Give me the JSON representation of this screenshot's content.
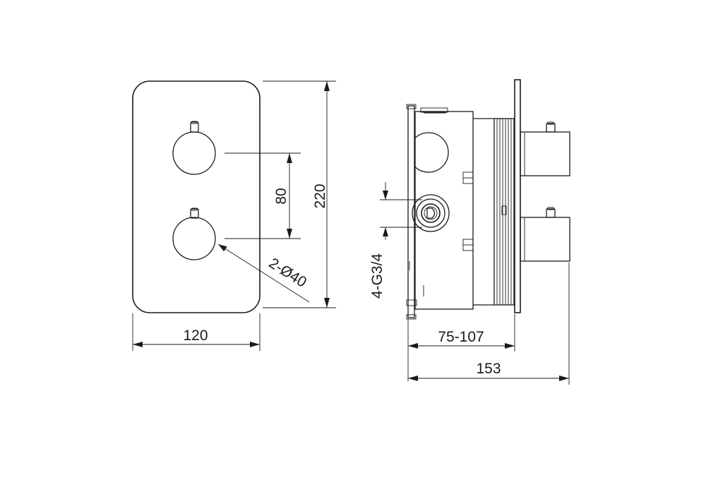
{
  "dimensions": {
    "front_width": "120",
    "front_height": "220",
    "knob_spacing": "80",
    "knob_diameter": "2-Ø40",
    "connections": "4-G3/4",
    "install_depth": "75-107",
    "total_depth": "153"
  },
  "colors": {
    "line": "#1a1a1a",
    "background": "#ffffff"
  }
}
